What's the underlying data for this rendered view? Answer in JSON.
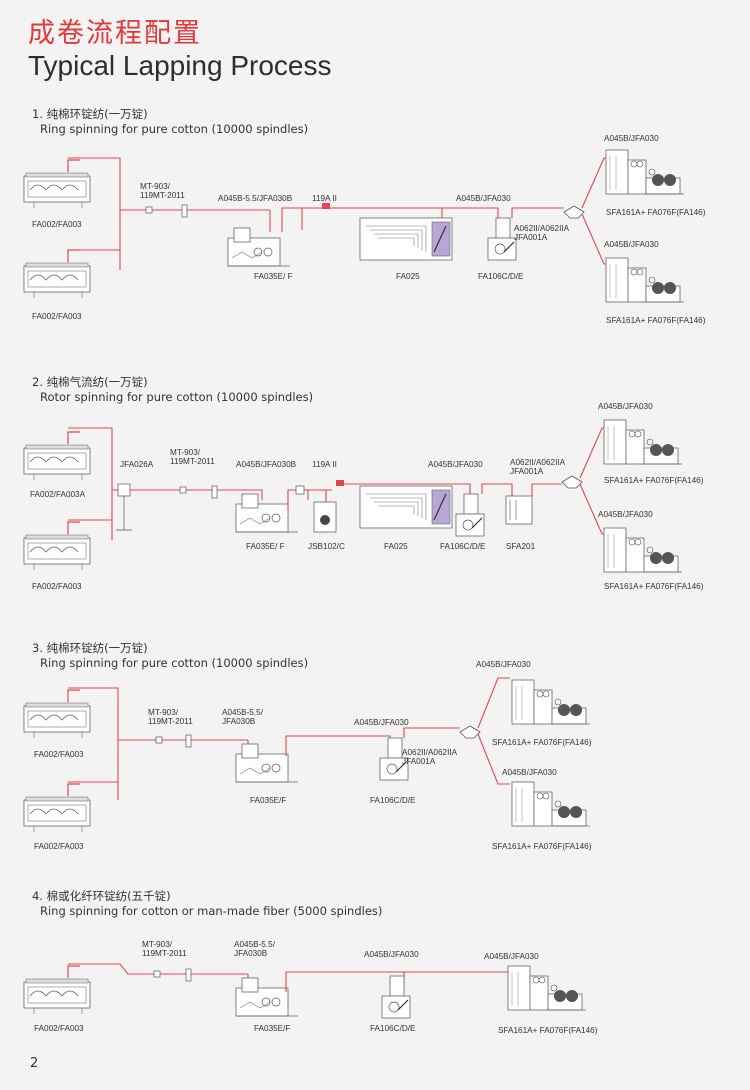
{
  "header": {
    "title_cn": "成卷流程配置",
    "title_en": "Typical Lapping Process",
    "page_number": "2"
  },
  "colors": {
    "line": "#e3474d",
    "accent_title": "#e2393a",
    "machine_purple": "#b9a6d6"
  },
  "sections": [
    {
      "title_cn": "1. 纯棉环锭纺(一万锭)",
      "title_en": "Ring spinning for pure cotton (10000 spindles)",
      "labels": {
        "fa002_top": "FA002/FA003",
        "fa002_bottom": "FA002/FA003",
        "mt903": "MT-903/\n119MT-2011",
        "a045b_55": "A045B-5.5/JFA030B",
        "fa119": "119A II",
        "fa035": "FA035E/ F",
        "fa025": "FA025",
        "a045b_mid": "A045B/JFA030",
        "a062": "A062II/A062IIA\nJFA001A",
        "fa106": "FA106C/D/E",
        "a045b_top": "A045B/JFA030",
        "sfa_top": "SFA161A+ FA076F(FA146)",
        "a045b_bot": "A045B/JFA030",
        "sfa_bot": "SFA161A+ FA076F(FA146)"
      }
    },
    {
      "title_cn": "2. 纯棉气流纺(一万锭)",
      "title_en": "Rotor spinning for pure cotton (10000 spindles)",
      "labels": {
        "fa002_top": "FA002/FA003A",
        "fa002_bottom": "FA002/FA003",
        "jfa026": "JFA026A",
        "mt903": "MT-903/\n119MT-2011",
        "a045b_55": "A045B/JFA030B",
        "fa119": "119A II",
        "fa035": "FA035E/ F",
        "jsb": "JSB102/C",
        "fa025": "FA025",
        "a045b_mid": "A045B/JFA030",
        "fa106": "FA106C/D/E",
        "sfa201": "SFA201",
        "a062": "A062II/A062IIA\nJFA001A",
        "a045b_top": "A045B/JFA030",
        "sfa_top": "SFA161A+ FA076F(FA146)",
        "a045b_bot": "A045B/JFA030",
        "sfa_bot": "SFA161A+ FA076F(FA146)"
      }
    },
    {
      "title_cn": "3. 纯棉环锭纺(一万锭)",
      "title_en": "Ring spinning for pure cotton (10000 spindles)",
      "labels": {
        "fa002_top": "FA002/FA003",
        "fa002_bottom": "FA002/FA003",
        "mt903": "MT-903/\n119MT-2011",
        "a045b_55": "A045B-5.5/\nJFA030B",
        "a045b_mid": "A045B/JFA030",
        "fa035": "FA035E/F",
        "a062": "A062II/A062IIA\nJFA001A",
        "fa106": "FA106C/D/E",
        "a045b_top": "A045B/JFA030",
        "sfa_top": "SFA161A+ FA076F(FA146)",
        "a045b_bot": "A045B/JFA030",
        "sfa_bot": "SFA161A+ FA076F(FA146)"
      }
    },
    {
      "title_cn": "4. 棉或化纤环锭纺(五千锭)",
      "title_en": "Ring spinning for cotton or man-made fiber (5000 spindles)",
      "labels": {
        "fa002": "FA002/FA003",
        "mt903": "MT-903/\n119MT-2011",
        "a045b_55": "A045B-5.5/\nJFA030B",
        "fa035": "FA035E/F",
        "a045b_mid": "A045B/JFA030",
        "fa106": "FA106C/D/E",
        "a045b_right": "A045B/JFA030",
        "sfa": "SFA161A+ FA076F(FA146)"
      }
    }
  ]
}
